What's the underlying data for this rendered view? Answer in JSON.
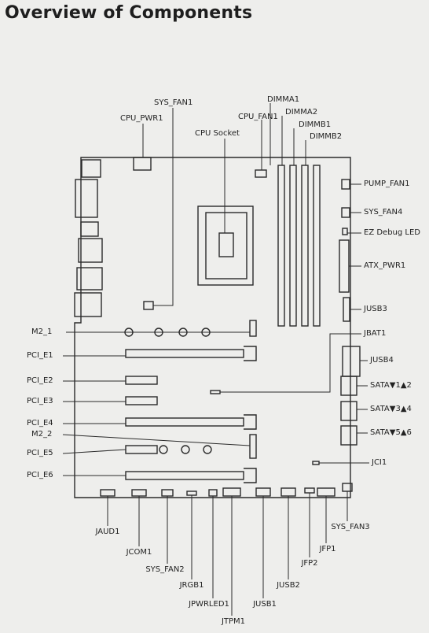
{
  "title": "Overview of Components",
  "labels": {
    "sys_fan1": "SYS_FAN1",
    "cpu_pwr1": "CPU_PWR1",
    "cpu_socket": "CPU Socket",
    "cpu_fan1": "CPU_FAN1",
    "dimma1": "DIMMA1",
    "dimma2": "DIMMA2",
    "dimmb1": "DIMMB1",
    "dimmb2": "DIMMB2",
    "pump_fan1": "PUMP_FAN1",
    "sys_fan4": "SYS_FAN4",
    "ez_debug_led": "EZ Debug LED",
    "atx_pwr1": "ATX_PWR1",
    "jusb3": "JUSB3",
    "jbat1": "JBAT1",
    "jusb4": "JUSB4",
    "sata12": "SATA▼1▲2",
    "sata34": "SATA▼3▲4",
    "sata56": "SATA▼5▲6",
    "jci1": "JCI1",
    "sys_fan3": "SYS_FAN3",
    "jfp1": "JFP1",
    "jfp2": "JFP2",
    "jusb2": "JUSB2",
    "jusb1": "JUSB1",
    "jtpm1": "JTPM1",
    "jpwrled1": "JPWRLED1",
    "jrgb1": "JRGB1",
    "sys_fan2": "SYS_FAN2",
    "jcom1": "JCOM1",
    "jaud1": "JAUD1",
    "m2_1": "M2_1",
    "pci_e1": "PCI_E1",
    "pci_e2": "PCI_E2",
    "pci_e3": "PCI_E3",
    "pci_e4": "PCI_E4",
    "m2_2": "M2_2",
    "pci_e5": "PCI_E5",
    "pci_e6": "PCI_E6"
  }
}
